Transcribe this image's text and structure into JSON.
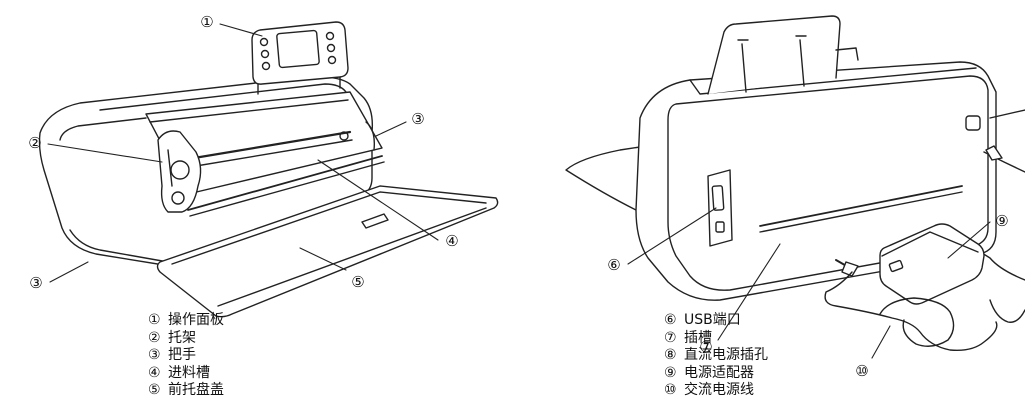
{
  "callouts": {
    "c1": "①",
    "c2": "②",
    "c3a": "③",
    "c3b": "③",
    "c4": "④",
    "c5": "⑤",
    "c6": "⑥",
    "c7": "⑦",
    "c9": "⑨",
    "c10": "⑩"
  },
  "legend_left": [
    {
      "num": "①",
      "label": "操作面板"
    },
    {
      "num": "②",
      "label": "托架"
    },
    {
      "num": "③",
      "label": "把手"
    },
    {
      "num": "④",
      "label": "进料槽"
    },
    {
      "num": "⑤",
      "label": "前托盘盖"
    }
  ],
  "legend_right": [
    {
      "num": "⑥",
      "label": "USB端口"
    },
    {
      "num": "⑦",
      "label": "插槽"
    },
    {
      "num": "⑧",
      "label": "直流电源插孔"
    },
    {
      "num": "⑨",
      "label": "电源适配器"
    },
    {
      "num": "⑩",
      "label": "交流电源线"
    }
  ]
}
